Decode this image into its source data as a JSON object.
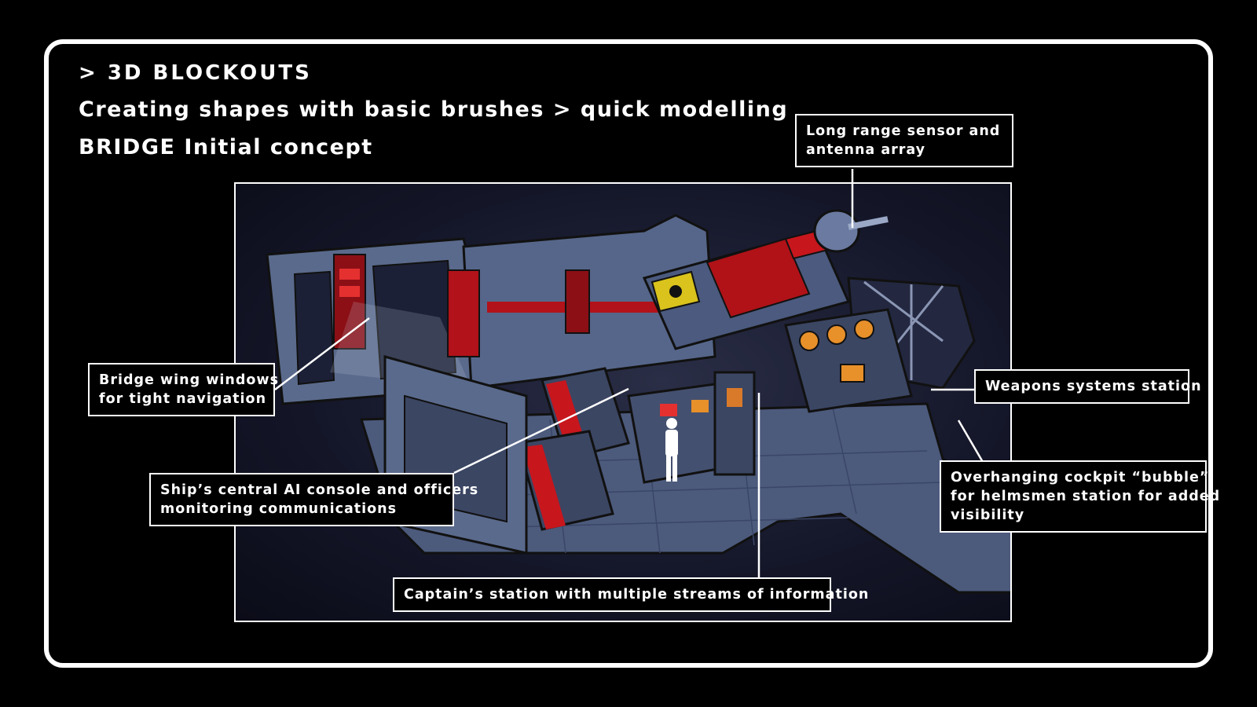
{
  "header": {
    "section": "> 3D BLOCKOUTS",
    "subtitle": "Creating shapes with basic brushes > quick modelling",
    "concept": "BRIDGE Initial concept"
  },
  "callouts": {
    "sensor": [
      "Long range sensor and",
      "antenna array"
    ],
    "bridge_wing": [
      "Bridge wing windows",
      "for tight navigation"
    ],
    "weapons": [
      "Weapons systems station"
    ],
    "ai_console": [
      "Ship’s central AI console and officers",
      "monitoring communications"
    ],
    "cockpit": [
      "Overhanging cockpit “bubble”",
      "for helmsmen station for added",
      "visibility"
    ],
    "captain": [
      "Captain’s station with multiple streams of information"
    ]
  },
  "colors": {
    "hull": "#5a6a8c",
    "hull_dark": "#3b4663",
    "accent_red": "#c8161d",
    "hazard_yellow": "#d9c31c",
    "floor": "#4c5a7c"
  }
}
